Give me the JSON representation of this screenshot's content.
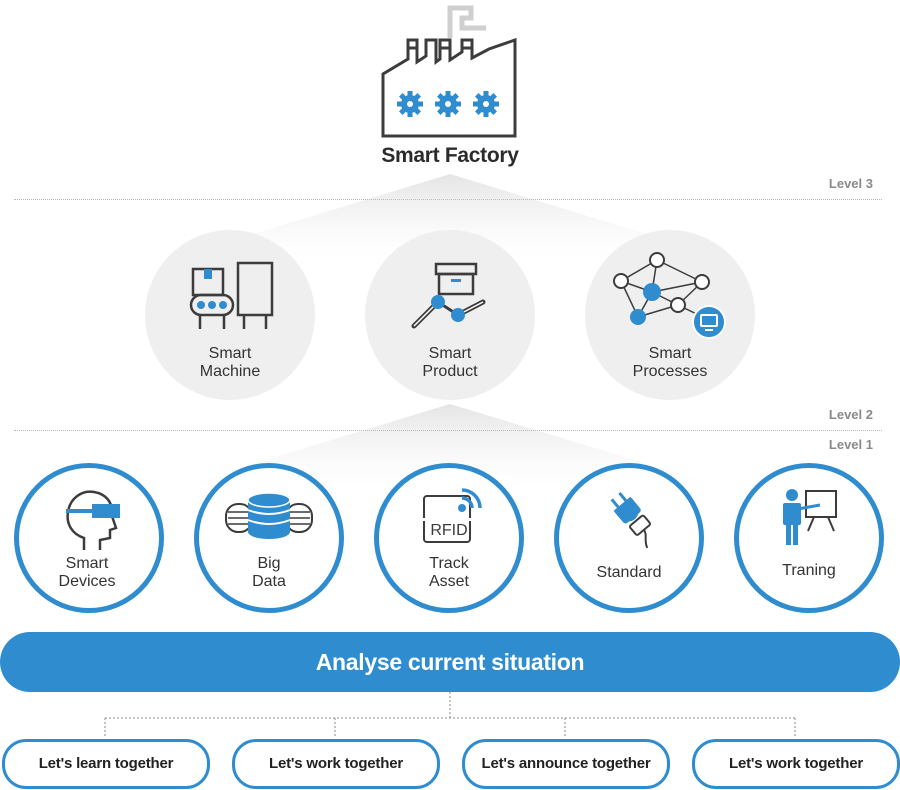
{
  "top": {
    "title": "Smart Factory"
  },
  "levels": {
    "level3": "Level 3",
    "level2": "Level 2",
    "level1": "Level 1"
  },
  "level2_items": [
    {
      "line1": "Smart",
      "line2": "Machine",
      "icon": "machine-icon"
    },
    {
      "line1": "Smart",
      "line2": "Product",
      "icon": "product-icon"
    },
    {
      "line1": "Smart",
      "line2": "Processes",
      "icon": "network-icon"
    }
  ],
  "level1_items": [
    {
      "line1": "Smart",
      "line2": "Devices",
      "icon": "vr-headset-icon"
    },
    {
      "line1": "Big",
      "line2": "Data",
      "icon": "database-icon"
    },
    {
      "line1": "Track",
      "line2": "Asset",
      "icon": "rfid-icon",
      "badge": "RFID"
    },
    {
      "line1": "Standard",
      "line2": "",
      "icon": "plug-icon"
    },
    {
      "line1": "Traning",
      "line2": "",
      "icon": "presentation-icon"
    }
  ],
  "banner": {
    "label": "Analyse current situation"
  },
  "actions": [
    "Let's learn together",
    "Let's work together",
    "Let's announce together",
    "Let's work together"
  ],
  "colors": {
    "accent": "#2f8ccf",
    "light_gray": "#efefef",
    "icon_dark": "#3c3c3c"
  }
}
